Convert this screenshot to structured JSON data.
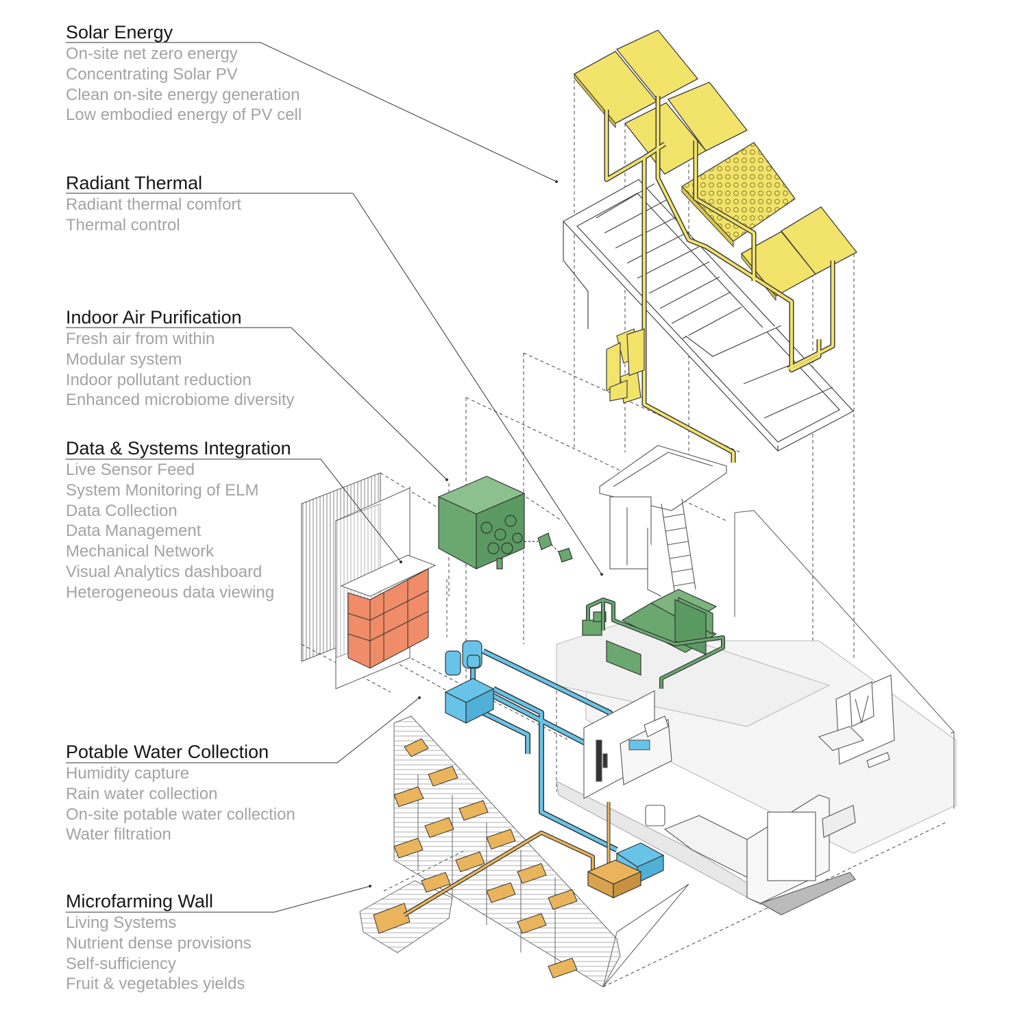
{
  "sections": [
    {
      "title": "Solar Energy",
      "items": [
        "On-site net zero energy",
        "Concentrating Solar PV",
        "Clean on-site energy generation",
        "Low embodied energy of PV cell"
      ]
    },
    {
      "title": "Radiant Thermal",
      "items": [
        "Radiant thermal comfort",
        "Thermal control"
      ]
    },
    {
      "title": "Indoor Air Purification",
      "items": [
        "Fresh air from within",
        "Modular system",
        "Indoor pollutant reduction",
        "Enhanced microbiome diversity"
      ]
    },
    {
      "title": "Data & Systems Integration",
      "items": [
        "Live Sensor Feed",
        "System Monitoring of ELM",
        "Data Collection",
        "Data Management",
        "Mechanical Network",
        "Visual Analytics dashboard",
        "Heterogeneous data viewing"
      ]
    },
    {
      "title": "Potable Water Collection",
      "items": [
        "Humidity capture",
        "Rain water collection",
        "On-site potable water collection",
        "Water filtration"
      ]
    },
    {
      "title": "Microfarming Wall",
      "items": [
        "Living Systems",
        "Nutrient dense provisions",
        "Self-sufficiency",
        "Fruit & vegetables yields"
      ]
    }
  ],
  "colors": {
    "solar": "#f2e36b",
    "air": "#6aa870",
    "data": "#f08c67",
    "water": "#67c4e8",
    "farm": "#e9b45c",
    "line": "#555555",
    "leader": "#333333"
  }
}
